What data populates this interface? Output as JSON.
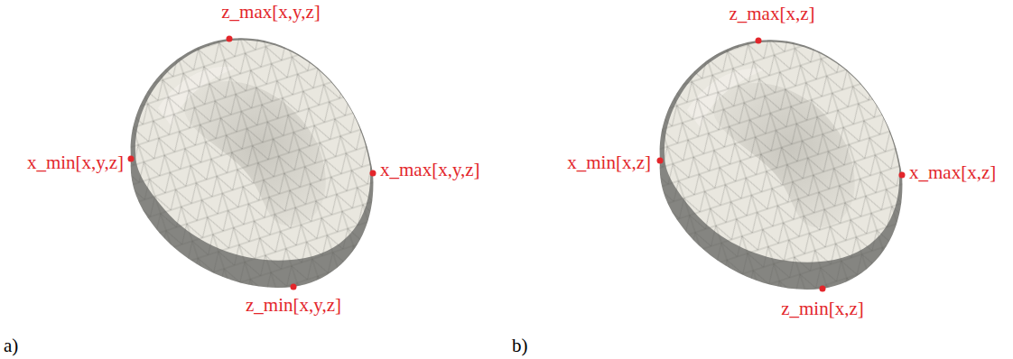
{
  "diagram": {
    "labels": [
      "z_max[x,y,z]",
      "x_min[x,y,z]",
      "x_max[x,y,z]",
      "z_min[x,y,z]",
      "a)",
      "z_max[x,z]",
      "x_min[x,z]",
      "x_max[x,z]",
      "z_min[x,z]",
      "b)"
    ]
  }
}
